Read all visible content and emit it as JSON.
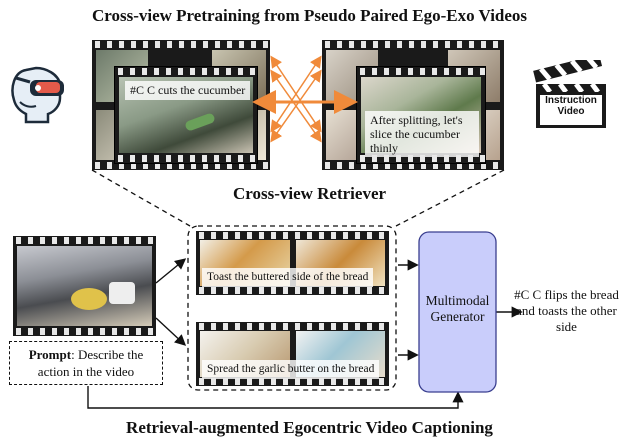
{
  "titles": {
    "top": "Cross-view Pretraining from Pseudo Paired Ego-Exo Videos",
    "middle": "Cross-view Retriever",
    "bottom": "Retrieval-augmented Egocentric Video Captioning"
  },
  "ego_caption": "#C C cuts the cucumber",
  "exo_caption": "After splitting, let's slice the cucumber thinly",
  "instruction_icon_label": "Instruction Video",
  "retrieved": [
    {
      "caption": "Toast the buttered side of the bread"
    },
    {
      "caption": "Spread the garlic butter on the bread"
    }
  ],
  "prompt": {
    "label": "Prompt",
    "text": ": Describe the action in the video"
  },
  "generator_label": "Multimodal Generator",
  "output_text": "#C C flips the bread and toasts the other side",
  "colors": {
    "arrow_orange": "#f08a3a",
    "generator_fill": "#c9cdfb",
    "generator_stroke": "#3a3f8f"
  }
}
